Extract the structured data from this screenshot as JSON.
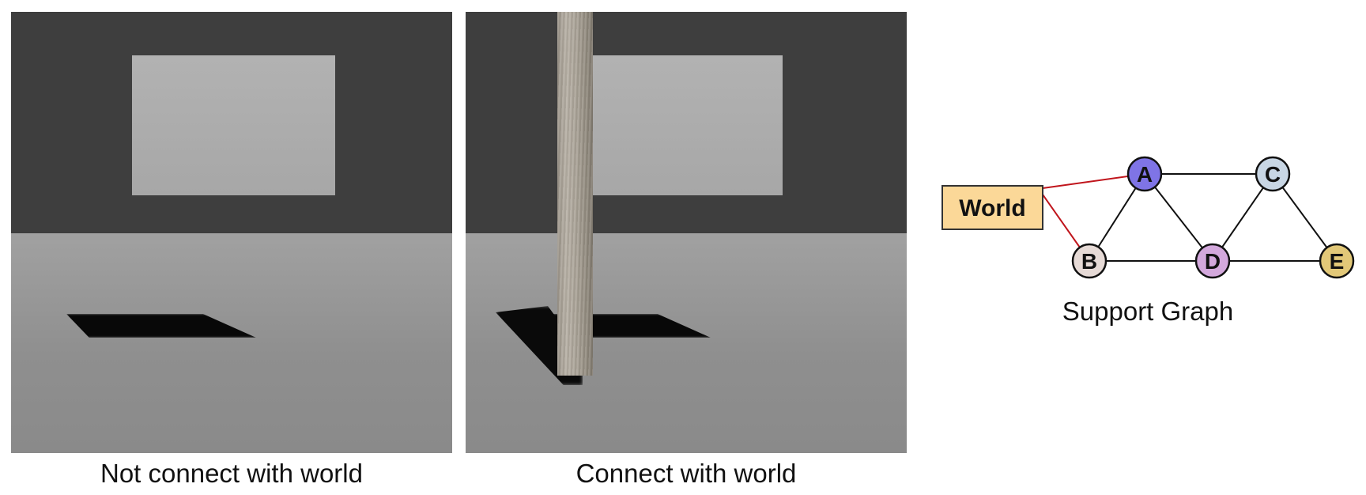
{
  "left_panel": {
    "caption": "Not connect with world"
  },
  "right_panel": {
    "caption": "Connect with world"
  },
  "graph": {
    "title": "Support Graph",
    "world_label": "World",
    "world_color": "#fbd898",
    "world_edge_color": "#c0151c",
    "nodes": [
      {
        "id": "A",
        "label": "A",
        "color": "#7f74e6"
      },
      {
        "id": "B",
        "label": "B",
        "color": "#e6dad6"
      },
      {
        "id": "C",
        "label": "C",
        "color": "#c8d6e4"
      },
      {
        "id": "D",
        "label": "D",
        "color": "#d3a8dc"
      },
      {
        "id": "E",
        "label": "E",
        "color": "#e2c878"
      }
    ],
    "edges": [
      [
        "A",
        "B"
      ],
      [
        "A",
        "C"
      ],
      [
        "A",
        "D"
      ],
      [
        "B",
        "D"
      ],
      [
        "C",
        "D"
      ],
      [
        "C",
        "E"
      ],
      [
        "D",
        "E"
      ]
    ],
    "world_edges": [
      "A",
      "B"
    ]
  }
}
